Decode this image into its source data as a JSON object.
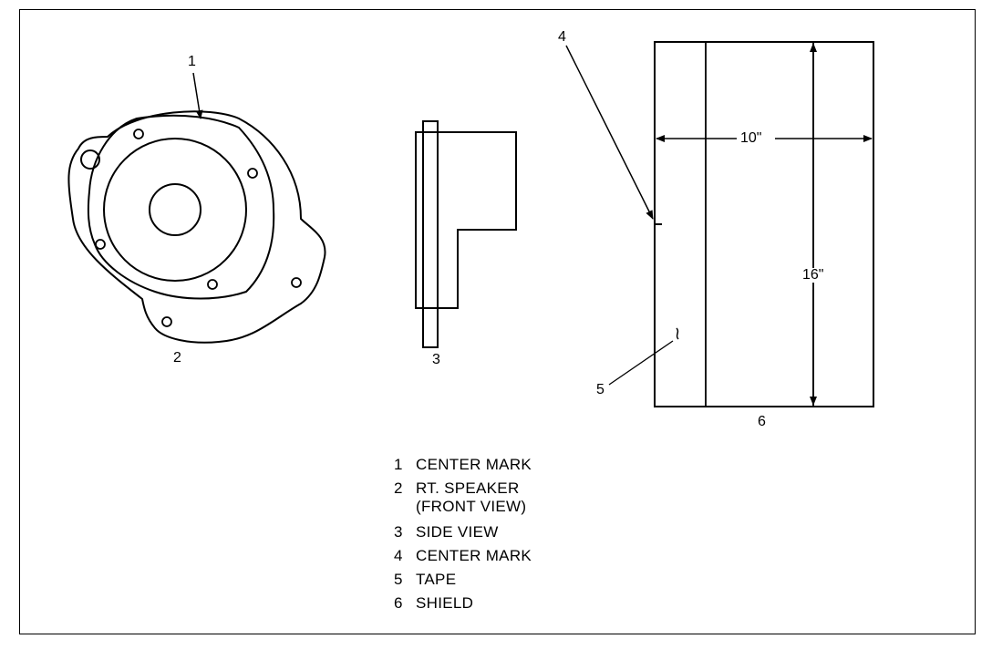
{
  "callouts": {
    "c1": "1",
    "c2": "2",
    "c3": "3",
    "c4": "4",
    "c5": "5",
    "c6": "6"
  },
  "dimensions": {
    "width": "10\"",
    "height": "16\""
  },
  "legend": [
    {
      "num": "1",
      "text": "CENTER MARK"
    },
    {
      "num": "2",
      "text": "RT. SPEAKER"
    },
    {
      "num": "",
      "text": "(FRONT VIEW)"
    },
    {
      "num": "3",
      "text": "SIDE VIEW"
    },
    {
      "num": "4",
      "text": "CENTER MARK"
    },
    {
      "num": "5",
      "text": "TAPE"
    },
    {
      "num": "6",
      "text": "SHIELD"
    }
  ]
}
